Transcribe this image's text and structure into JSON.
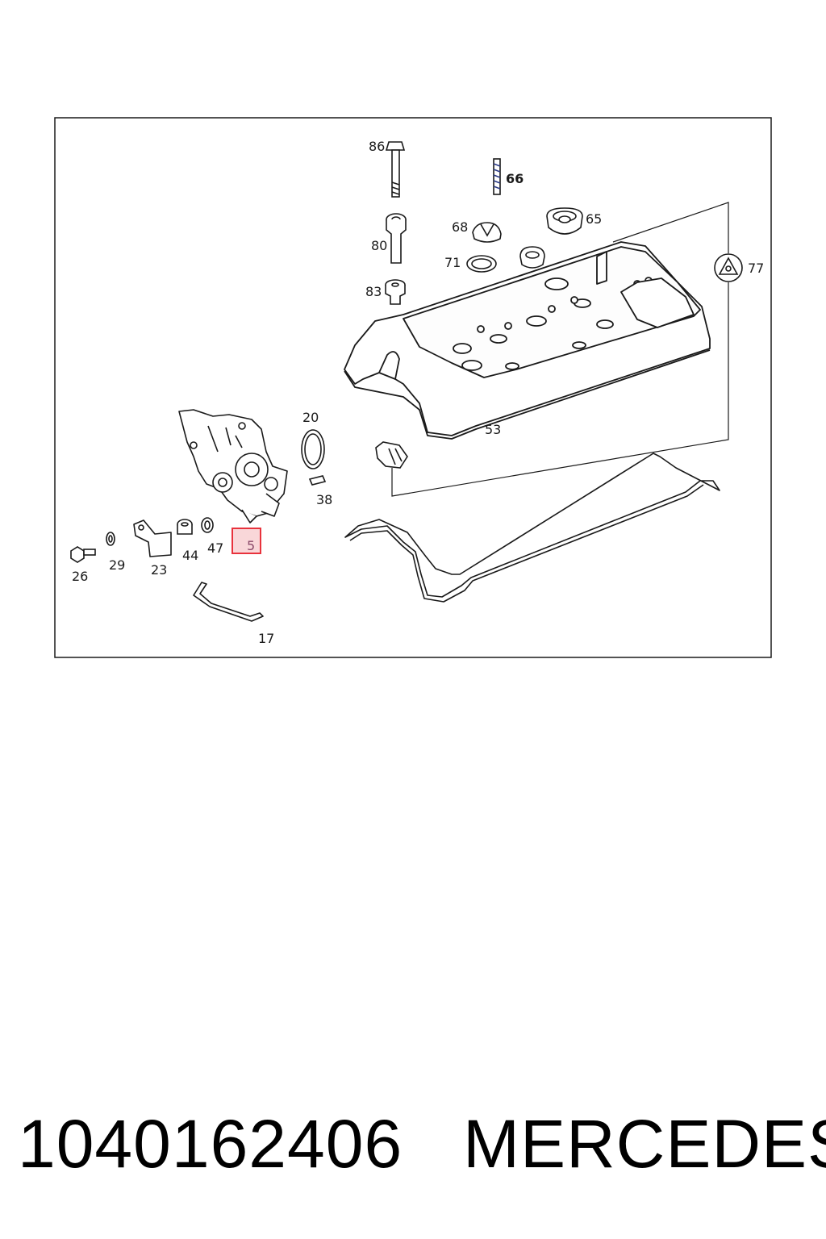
{
  "callouts": {
    "c86": "86",
    "c66": "66",
    "c65": "65",
    "c68": "68",
    "c80": "80",
    "c71": "71",
    "c77": "77",
    "c83": "83",
    "c20": "20",
    "c53": "53",
    "c38": "38",
    "c5": "5",
    "c26": "26",
    "c29": "29",
    "c23": "23",
    "c44": "44",
    "c47": "47",
    "c17": "17"
  },
  "highlighted_part": "5",
  "footer": {
    "part_number": "1040162406",
    "brand": "MERCEDES"
  },
  "colors": {
    "line": "#1a1a1a",
    "highlight_border": "#e8323c",
    "highlight_fill": "#f7c6c9"
  }
}
